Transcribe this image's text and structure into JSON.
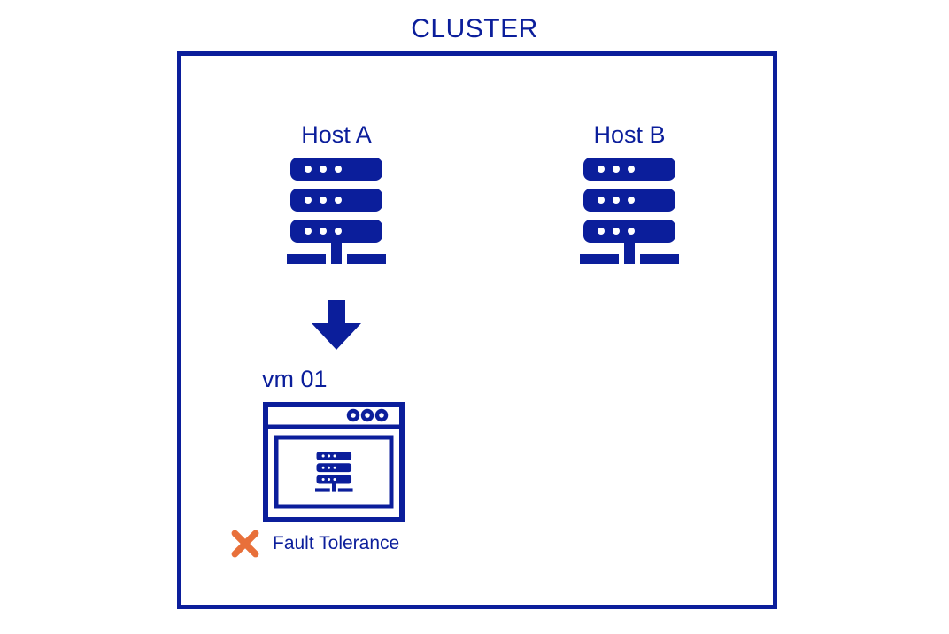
{
  "diagram": {
    "title": "CLUSTER",
    "hosts": [
      {
        "label": "Host A"
      },
      {
        "label": "Host B"
      }
    ],
    "vm": {
      "label": "vm 01"
    },
    "fault_tolerance": {
      "label": "Fault Tolerance"
    },
    "icons": {
      "host_server": "server-stack",
      "vm_window": "vm-window",
      "flow_arrow": "down-block-arrow",
      "fault_tolerance_x": "✕"
    },
    "colors": {
      "primary": "#0b1e9b",
      "accent_orange": "#e8703a",
      "background": "#ffffff"
    }
  }
}
